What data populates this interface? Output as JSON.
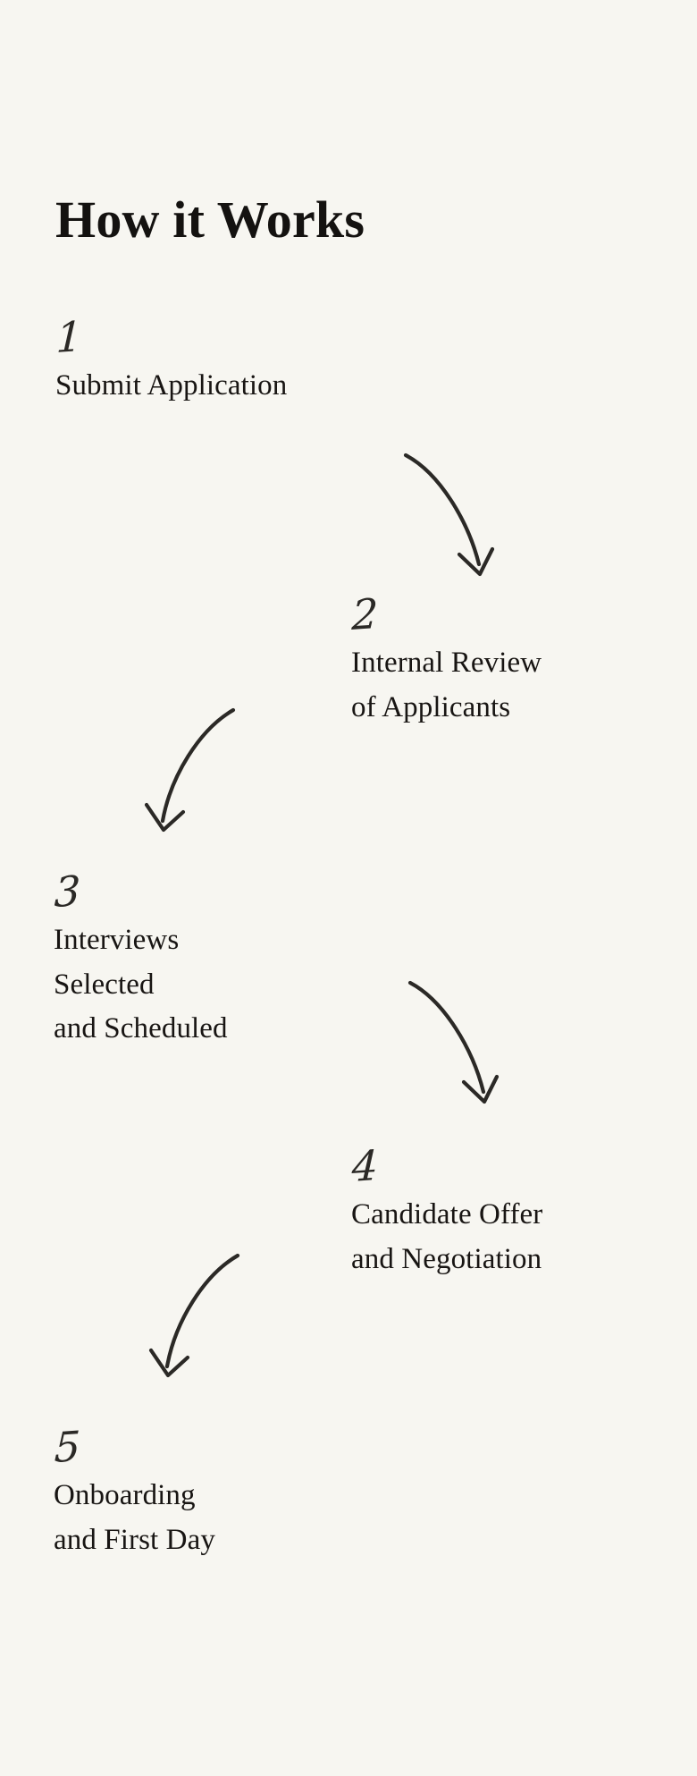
{
  "meta": {
    "background_color": "#f7f6f1",
    "text_color": "#181513",
    "stroke_color": "#2b2926"
  },
  "header": {
    "title": "How it Works"
  },
  "steps": [
    {
      "number": "1",
      "label": "Submit Application",
      "label_lines": [
        "Submit Application"
      ]
    },
    {
      "number": "2",
      "label": "Internal Review\nof Applicants",
      "label_lines": [
        "Internal Review",
        "of Applicants"
      ]
    },
    {
      "number": "3",
      "label": "Interviews\nSelected\nand Scheduled",
      "label_lines": [
        "Interviews",
        "Selected",
        "and Scheduled"
      ]
    },
    {
      "number": "4",
      "label": "Candidate Offer\nand Negotiation",
      "label_lines": [
        "Candidate Offer",
        "and Negotiation"
      ]
    },
    {
      "number": "5",
      "label": "Onboarding\nand First Day",
      "label_lines": [
        "Onboarding",
        "and First Day"
      ]
    }
  ],
  "connectors": [
    {
      "name": "curved-arrow-down-right",
      "from_step": "1",
      "to_step": "2",
      "direction": "right-down"
    },
    {
      "name": "curved-arrow-down-left",
      "from_step": "2",
      "to_step": "3",
      "direction": "left-down"
    },
    {
      "name": "curved-arrow-down-right",
      "from_step": "3",
      "to_step": "4",
      "direction": "right-down"
    },
    {
      "name": "curved-arrow-down-left",
      "from_step": "4",
      "to_step": "5",
      "direction": "left-down"
    }
  ]
}
